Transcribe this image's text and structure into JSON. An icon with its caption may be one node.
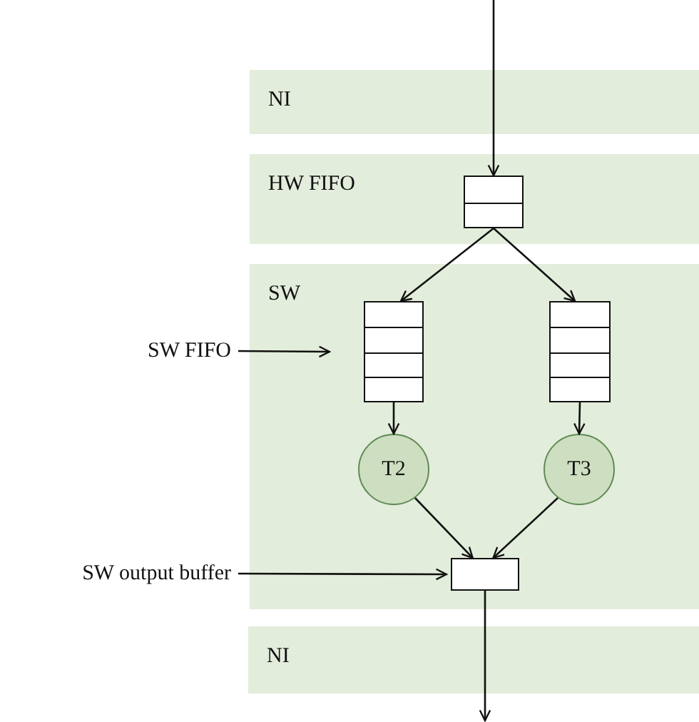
{
  "diagram": {
    "nodes": [
      {
        "text": [
          "NI"
        ]
      },
      {
        "text": [
          "HW FIFO"
        ]
      },
      {
        "text": [],
        "shape": "box",
        "in": 1
      },
      {
        "text": [
          "SW"
        ]
      },
      {
        "text": [],
        "shape": "box",
        "in": 3
      },
      {
        "text": [],
        "shape": "box",
        "in": 3
      },
      {
        "text": [
          "T2"
        ],
        "in": 3
      },
      {
        "text": [
          "T3"
        ],
        "in": 3
      },
      {
        "text": [],
        "shape": "box",
        "in": 3
      },
      {
        "text": [
          "NI"
        ]
      },
      {
        "text": [
          "SW FIFO"
        ]
      },
      {
        "text": [
          "SW output buffer"
        ]
      }
    ],
    "edges": [
      {
        "from": null,
        "to": 2,
        "arrow": "to"
      },
      {
        "from": 2,
        "to": 4,
        "arrow": "to"
      },
      {
        "from": 2,
        "to": 5,
        "arrow": "to"
      },
      {
        "from": 4,
        "to": 6,
        "arrow": "to"
      },
      {
        "from": 5,
        "to": 7,
        "arrow": "to"
      },
      {
        "from": 6,
        "to": 8,
        "arrow": "to"
      },
      {
        "from": 7,
        "to": 8,
        "arrow": "to"
      },
      {
        "from": 8,
        "to": 9,
        "arrow": "to"
      },
      {
        "from": 10,
        "to": 4,
        "arrow": "to"
      },
      {
        "from": 11,
        "to": 8,
        "arrow": "to"
      }
    ]
  }
}
